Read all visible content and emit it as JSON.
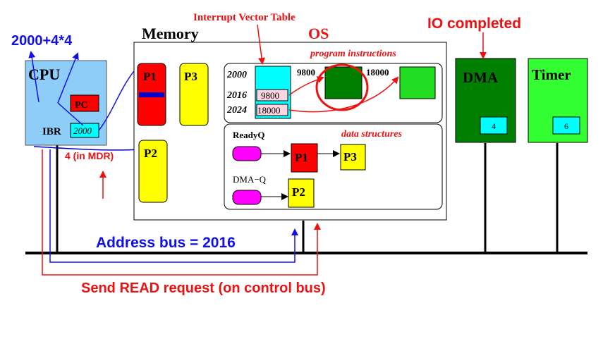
{
  "colors": {
    "cpu": "#8ecdf7",
    "red": "#ff0000",
    "yellow": "#ffff00",
    "cyan": "#00ffff",
    "dark_green": "#008000",
    "light_green": "#22dd22",
    "dma": "#008000",
    "timer": "#33ff33",
    "magenta": "#ff00ff",
    "blue_text": "#1010ee",
    "red_text": "#ee1111",
    "mdr_blue": "#0000cc",
    "bus": "#000000"
  },
  "labels": {
    "cpu_title": "CPU",
    "pc": "PC",
    "ibr": "IBR",
    "ibr_value": "2000",
    "address_formula": "2000+4*4",
    "mdr_note": "4 (in MDR)",
    "memory_title": "Memory",
    "os_title": "OS",
    "ivt_title": "Interrupt Vector Table",
    "program_instructions": "program instructions",
    "data_structures": "data structures",
    "p1": "P1",
    "p2": "P2",
    "p3": "P3",
    "addr_2000": "2000",
    "addr_2016": "2016",
    "addr_2024": "2024",
    "ivt_val_2016": "9800",
    "ivt_val_2024": "18000",
    "handler_9800": "9800",
    "handler_18000": "18000",
    "readyq": "ReadyQ",
    "dmaq": "DMA−Q",
    "dma_title": "DMA",
    "dma_reg": "4",
    "timer_title": "Timer",
    "timer_reg": "6",
    "io_completed": "IO completed",
    "address_bus": "Address bus = 2016",
    "send_read": "Send READ request (on control bus)"
  }
}
